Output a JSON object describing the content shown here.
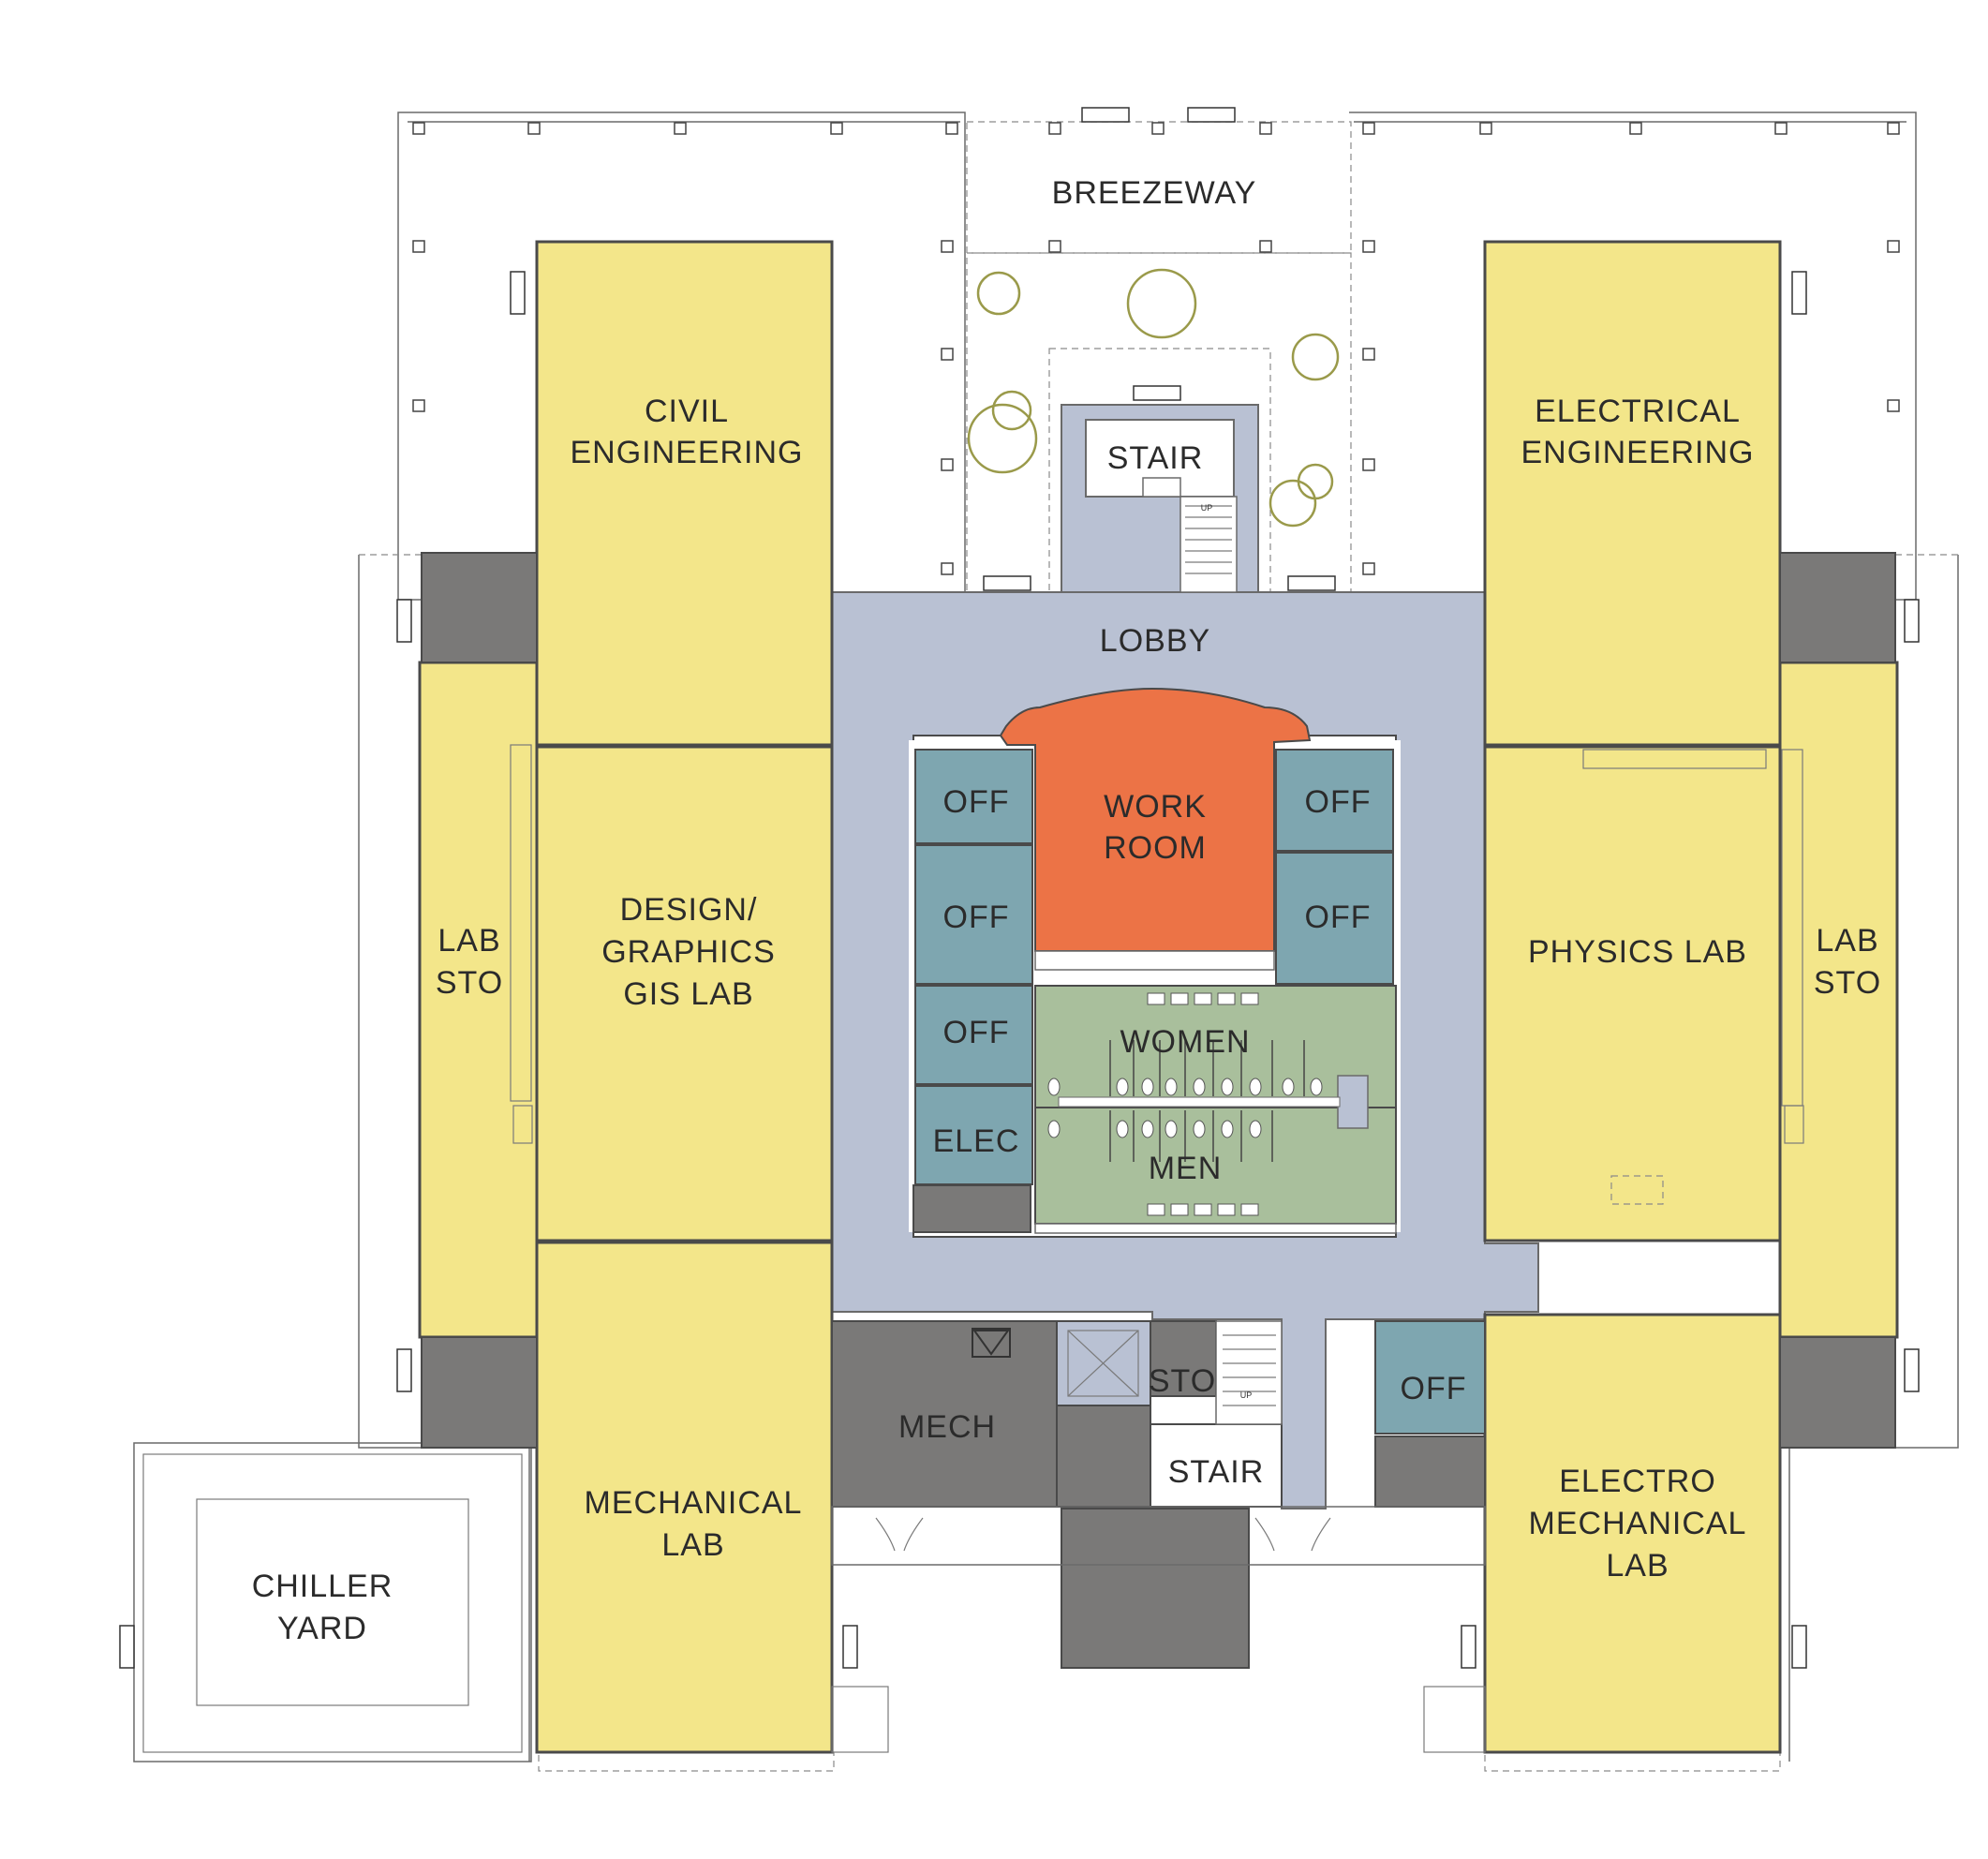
{
  "colors": {
    "lab": "#f3e68a",
    "circulation": "#b9c1d3",
    "office": "#7ea6b0",
    "work_room": "#ec7346",
    "restroom": "#a9bf9c",
    "service": "#7a7978",
    "background": "#ffffff"
  },
  "rooms": {
    "breezeway": "BREEZEWAY",
    "civil_line1": "CIVIL",
    "civil_line2": "ENGINEERING",
    "electrical_line1": "ELECTRICAL",
    "electrical_line2": "ENGINEERING",
    "stair_north": "STAIR",
    "lobby": "LOBBY",
    "work_line1": "WORK",
    "work_line2": "ROOM",
    "off_1": "OFF",
    "off_2": "OFF",
    "off_3": "OFF",
    "off_4": "OFF",
    "off_5": "OFF",
    "off_6": "OFF",
    "elec": "ELEC",
    "women": "WOMEN",
    "men": "MEN",
    "lab_sto_left_line1": "LAB",
    "lab_sto_left_line2": "STO",
    "lab_sto_right_line1": "LAB",
    "lab_sto_right_line2": "STO",
    "design_line1": "DESIGN/",
    "design_line2": "GRAPHICS",
    "design_line3": "GIS LAB",
    "physics": "PHYSICS LAB",
    "mech": "MECH",
    "sto": "STO",
    "stair_south": "STAIR",
    "mechanical_line1": "MECHANICAL",
    "mechanical_line2": "LAB",
    "electro_line1": "ELECTRO",
    "electro_line2": "MECHANICAL",
    "electro_line3": "LAB",
    "chiller_line1": "CHILLER",
    "chiller_line2": "YARD"
  },
  "stair_marks": {
    "north_up": "UP",
    "south_up": "UP"
  }
}
